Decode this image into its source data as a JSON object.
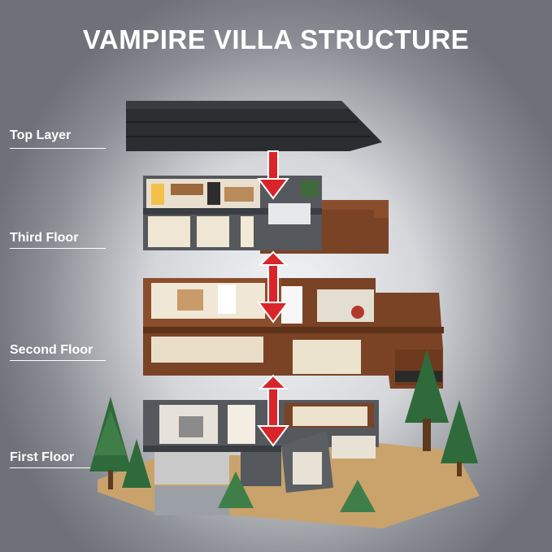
{
  "title": "VAMPIRE VILLA STRUCTURE",
  "labels": {
    "top_layer": "Top Layer",
    "third_floor": "Third Floor",
    "second_floor": "Second Floor",
    "first_floor": "First Floor"
  },
  "colors": {
    "roof": "#2b2d30",
    "wood": "#7a4326",
    "wall": "#55585c",
    "arrow": "#d9252a",
    "tree": "#2f6b3a",
    "base": "#c9a36b"
  }
}
